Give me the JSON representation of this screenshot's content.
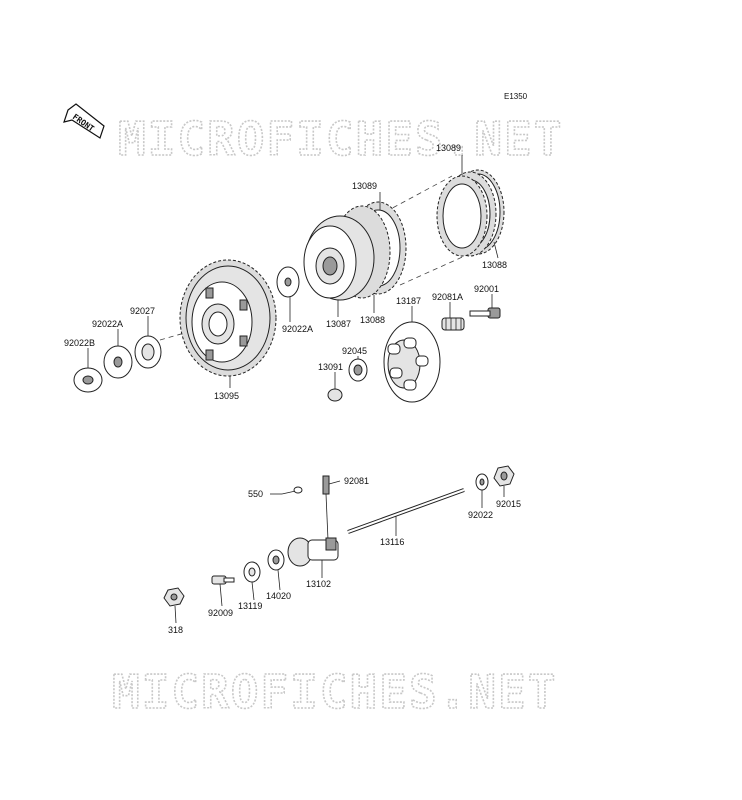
{
  "ref_code": "E1350",
  "watermark_text": "MICROFICHES.NET",
  "front_arrow_text": "FRONT",
  "labels": {
    "p13089_top": "13089",
    "p13089_mid": "13089",
    "p13088_right": "13088",
    "p13088_mid": "13088",
    "p13087": "13087",
    "p92022A_right": "92022A",
    "p92027": "92027",
    "p92022A_left": "92022A",
    "p92022B": "92022B",
    "p13095": "13095",
    "p13187": "13187",
    "p92081A": "92081A",
    "p92001": "92001",
    "p92045": "92045",
    "p13091": "13091",
    "p550": "550",
    "p92081": "92081",
    "p13116": "13116",
    "p92022": "92022",
    "p92015": "92015",
    "p13102": "13102",
    "p14020": "14020",
    "p13119": "13119",
    "p92009": "92009",
    "p318": "318"
  }
}
